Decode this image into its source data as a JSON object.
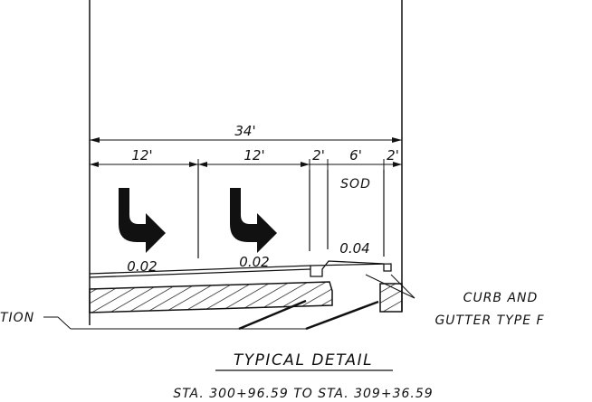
{
  "dimensions": {
    "overall": "34'",
    "lane_1": "12'",
    "lane_2": "12'",
    "gutter_left": "2'",
    "sod_width": "6'",
    "gutter_right": "2'",
    "sod_label": "SOD"
  },
  "slopes": {
    "lane_1": "0.02",
    "lane_2": "0.02",
    "sod": "0.04"
  },
  "callouts": {
    "left_cut": "TION",
    "curb_line1": "CURB AND",
    "curb_line2": "GUTTER TYPE F"
  },
  "title": {
    "main": "TYPICAL DETAIL",
    "station": "STA. 300+96.59 TO STA. 309+36.59"
  },
  "icons": {
    "lane_arrow": "right-turn-arrow-icon"
  }
}
